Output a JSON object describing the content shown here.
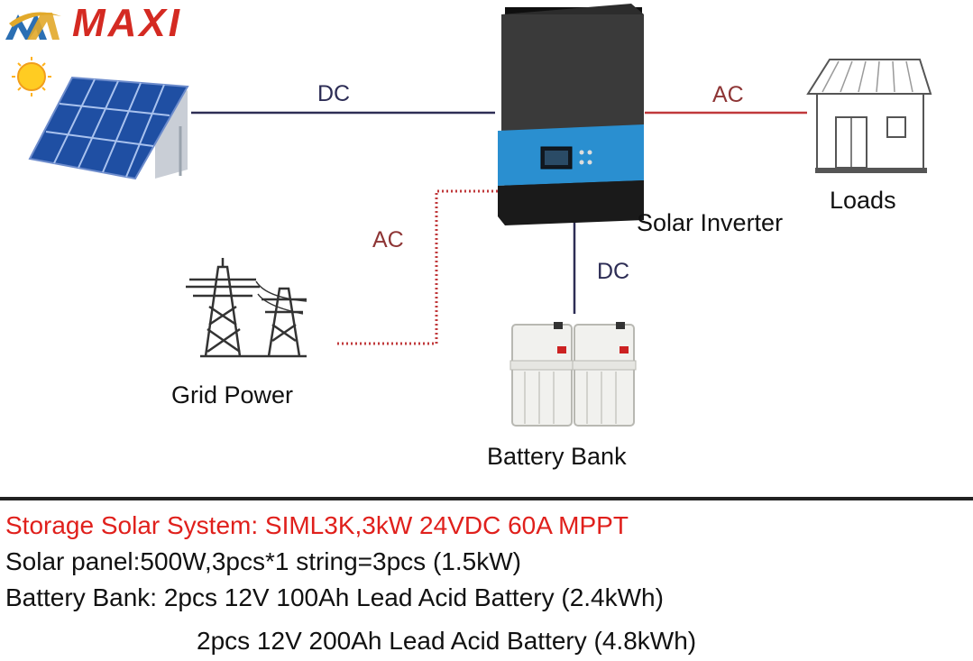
{
  "brand": {
    "name": "MAXI",
    "color": "#d42a22"
  },
  "labels": {
    "solar_inverter": "Solar Inverter",
    "loads": "Loads",
    "grid_power": "Grid Power",
    "battery_bank": "Battery Bank"
  },
  "connections": {
    "solar_to_inverter": "DC",
    "inverter_to_loads": "AC",
    "grid_to_inverter": "AC",
    "inverter_to_battery": "DC"
  },
  "colors": {
    "dc_line": "#2d2d55",
    "ac_line": "#c0393b",
    "dc_text": "#2d2d55",
    "ac_text": "#8e3535",
    "inverter_panel": "#2a8fd0",
    "spec_title": "#e0201c"
  },
  "specs": {
    "title": "Storage Solar System: SIML3K,3kW 24VDC 60A MPPT",
    "line1": "Solar panel:500W,3pcs*1 string=3pcs (1.5kW)",
    "line2": "Battery Bank: 2pcs 12V 100Ah Lead Acid Battery (2.4kWh)",
    "line3": "2pcs 12V 200Ah Lead Acid Battery (4.8kWh)"
  }
}
